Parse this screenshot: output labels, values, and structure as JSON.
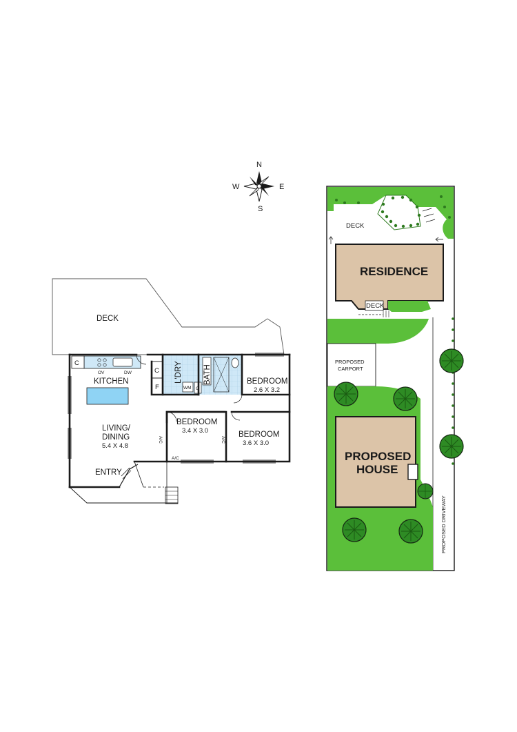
{
  "colors": {
    "lawn": "#5bbf3a",
    "lawn_dark": "#2d7a1e",
    "building": "#dcc4a8",
    "wet_area": "#cfe8f7",
    "island": "#8fd3f4",
    "wall": "#1a1a1a",
    "tree": "#2e8b24"
  },
  "compass": {
    "n": "N",
    "e": "E",
    "s": "S",
    "w": "W"
  },
  "floor_plan": {
    "deck": "DECK",
    "kitchen": "KITCHEN",
    "cupboard_c": "C",
    "oven": "OV",
    "dishwasher": "DW",
    "fridge": "F",
    "laundry": "L'DRY",
    "washing_machine": "WM",
    "bath": "BATH",
    "living_dining": "LIVING/",
    "living_dining_2": "DINING",
    "living_dims": "5.4 X 4.8",
    "entry": "ENTRY",
    "bedroom_label": "BEDROOM",
    "bedroom_1_dims": "2.6 X 3.2",
    "bedroom_2_dims": "3.4 X 3.0",
    "bedroom_3_dims": "3.6 X 3.0",
    "ac": "A/C"
  },
  "site_plan": {
    "deck_top": "DECK",
    "residence": "RESIDENCE",
    "deck_small": "DECK",
    "carport_1": "PROPOSED",
    "carport_2": "CARPORT",
    "house_1": "PROPOSED",
    "house_2": "HOUSE",
    "driveway": "PROPOSED DRIVEWAY"
  }
}
